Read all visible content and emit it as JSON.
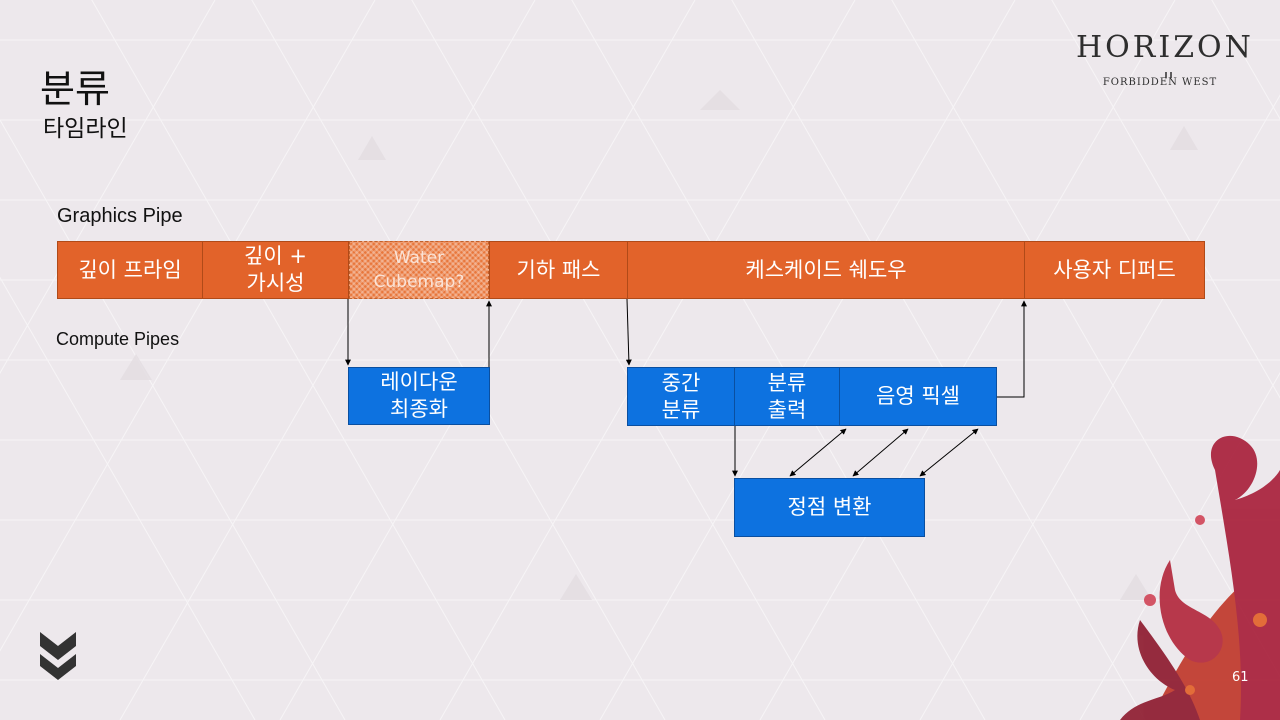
{
  "slide": {
    "title": "분류",
    "subtitle": "타임라인",
    "page_number": "61"
  },
  "logo": {
    "name": "HORIZON",
    "tagline": "FORBIDDEN WEST"
  },
  "lanes": {
    "graphics": "Graphics Pipe",
    "compute": "Compute Pipes"
  },
  "graphics_stages": {
    "depth_prime": "깊이 프라임",
    "depth_visibility": "깊이 +\n가시성",
    "water_cubemap": "Water\nCubemap?",
    "geometry_pass": "기하 패스",
    "cascade_shadow": "케스케이드 쉐도우",
    "user_deferred": "사용자 디퍼드"
  },
  "compute_stages": {
    "raydown_final": "레이다운\n최종화",
    "mid_classify": "중간\n분류",
    "classify_output": "분류\n출력",
    "shade_pixel": "음영 픽셀",
    "vertex_transform": "정점 변환"
  },
  "colors": {
    "graphics_box": "#e2632a",
    "compute_box": "#0d72e0",
    "background": "#ede8ec"
  }
}
